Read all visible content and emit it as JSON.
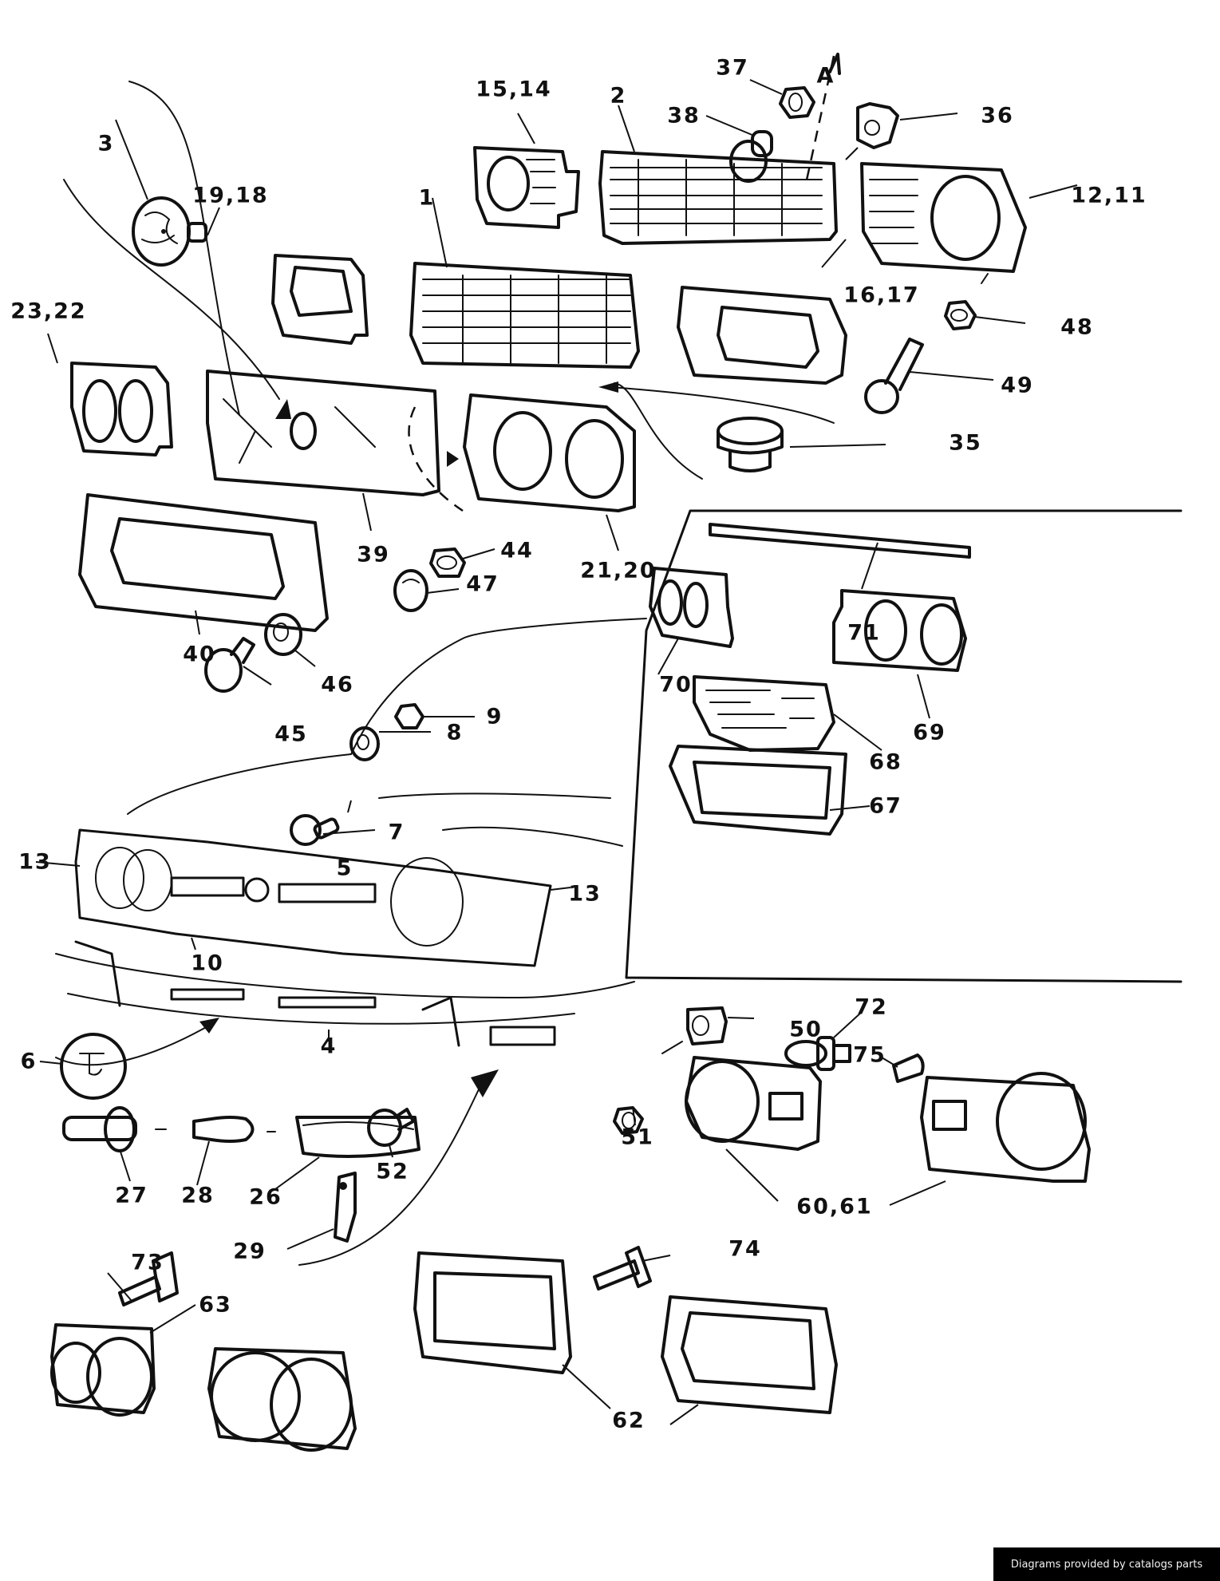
{
  "diagram": {
    "title": "Front grille, headlamp frames and lamp components — exploded parts diagram",
    "footer": "Diagrams provided by catalogs parts",
    "callouts": [
      {
        "id": "c-37",
        "text": "37",
        "part": "nut"
      },
      {
        "id": "c-A",
        "text": "A",
        "part": "reference-mark"
      },
      {
        "id": "c-15-14",
        "text": "15,14",
        "part": "headlamp-frame-single"
      },
      {
        "id": "c-2",
        "text": "2",
        "part": "radiator-grille"
      },
      {
        "id": "c-38",
        "text": "38",
        "part": "bulb"
      },
      {
        "id": "c-36",
        "text": "36",
        "part": "clip"
      },
      {
        "id": "c-3",
        "text": "3",
        "part": "emblem-badge"
      },
      {
        "id": "c-19-18",
        "text": "19,18",
        "part": "headlamp-frame-rect"
      },
      {
        "id": "c-1",
        "text": "1",
        "part": "radiator-grille"
      },
      {
        "id": "c-12-11",
        "text": "12,11",
        "part": "headlamp-frame-round"
      },
      {
        "id": "c-23-22",
        "text": "23,22",
        "part": "headlamp-frame-dual"
      },
      {
        "id": "c-16-17",
        "text": "16,17",
        "part": "headlamp-frame-rect"
      },
      {
        "id": "c-48",
        "text": "48",
        "part": "nut"
      },
      {
        "id": "c-49",
        "text": "49",
        "part": "bolt"
      },
      {
        "id": "c-35",
        "text": "35",
        "part": "grommet"
      },
      {
        "id": "c-39",
        "text": "39",
        "part": "grille-panel"
      },
      {
        "id": "c-21-20",
        "text": "21,20",
        "part": "headlamp-frame-dual"
      },
      {
        "id": "c-44",
        "text": "44",
        "part": "nut"
      },
      {
        "id": "c-47",
        "text": "47",
        "part": "cap-nut"
      },
      {
        "id": "c-71",
        "text": "71",
        "part": "trim-strip"
      },
      {
        "id": "c-40",
        "text": "40",
        "part": "grille-frame"
      },
      {
        "id": "c-46",
        "text": "46",
        "part": "washer"
      },
      {
        "id": "c-45",
        "text": "45",
        "part": "bolt"
      },
      {
        "id": "c-70",
        "text": "70",
        "part": "headlamp-frame-dual"
      },
      {
        "id": "c-69",
        "text": "69",
        "part": "headlamp-frame-dual"
      },
      {
        "id": "c-9",
        "text": "9",
        "part": "nut"
      },
      {
        "id": "c-8",
        "text": "8",
        "part": "washer"
      },
      {
        "id": "c-68",
        "text": "68",
        "part": "grille-insert"
      },
      {
        "id": "c-7",
        "text": "7",
        "part": "bolt"
      },
      {
        "id": "c-13-left",
        "text": "13",
        "part": "headlamp-surround"
      },
      {
        "id": "c-5",
        "text": "5",
        "part": "grille-slot-trim"
      },
      {
        "id": "c-13-right",
        "text": "13",
        "part": "headlamp-surround"
      },
      {
        "id": "c-67",
        "text": "67",
        "part": "lamp-frame"
      },
      {
        "id": "c-10",
        "text": "10",
        "part": "grille-lower-trim"
      },
      {
        "id": "c-50",
        "text": "50",
        "part": "clip"
      },
      {
        "id": "c-72",
        "text": "72",
        "part": "bulb-holder"
      },
      {
        "id": "c-6",
        "text": "6",
        "part": "emblem"
      },
      {
        "id": "c-4",
        "text": "4",
        "part": "bumper-vent-trim"
      },
      {
        "id": "c-75",
        "text": "75",
        "part": "bulb"
      },
      {
        "id": "c-27",
        "text": "27",
        "part": "bulb-socket"
      },
      {
        "id": "c-28",
        "text": "28",
        "part": "bulb"
      },
      {
        "id": "c-26",
        "text": "26",
        "part": "indicator-lens"
      },
      {
        "id": "c-52",
        "text": "52",
        "part": "bolt"
      },
      {
        "id": "c-51",
        "text": "51",
        "part": "nut"
      },
      {
        "id": "c-29",
        "text": "29",
        "part": "bracket"
      },
      {
        "id": "c-74",
        "text": "74",
        "part": "halogen-bulb"
      },
      {
        "id": "c-60-61",
        "text": "60,61",
        "part": "headlamp-unit"
      },
      {
        "id": "c-73",
        "text": "73",
        "part": "halogen-bulb"
      },
      {
        "id": "c-63",
        "text": "63",
        "part": "headlamp-unit-dual"
      },
      {
        "id": "c-62",
        "text": "62",
        "part": "headlamp-unit-rect"
      }
    ]
  }
}
